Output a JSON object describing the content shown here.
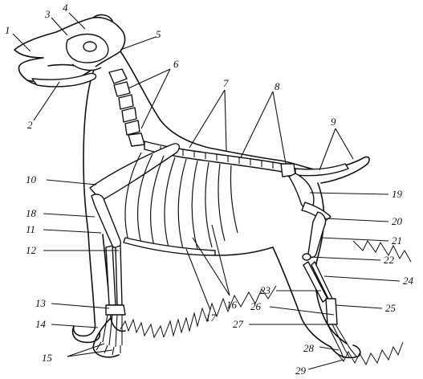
{
  "labels": [
    "1",
    "2",
    "3",
    "4",
    "5",
    "6",
    "7",
    "8",
    "9",
    "10",
    "11",
    "12",
    "13",
    "14",
    "15",
    "16",
    "17",
    "18",
    "19",
    "20",
    "21",
    "22",
    "23",
    "24",
    "25",
    "26",
    "27",
    "28",
    "29"
  ]
}
